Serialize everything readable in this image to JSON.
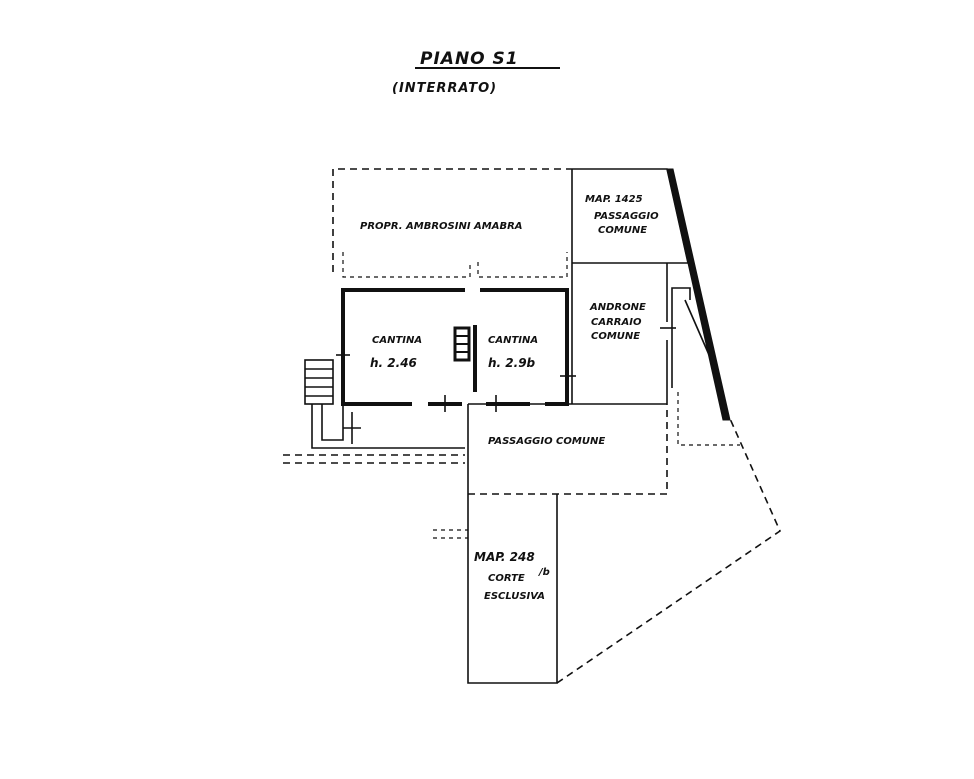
{
  "drawing": {
    "title": "PIANO S1",
    "subtitle": "(INTERRATO)"
  },
  "rooms": {
    "upper_left": {
      "label": "PROPR. AMBROSINI AMABRA"
    },
    "upper_right": {
      "line1": "MAP. 1425",
      "line2": "PASSAGGIO",
      "line3": "COMUNE"
    },
    "middle_right": {
      "line1": "ANDRONE",
      "line2": "CARRAIO",
      "line3": "COMUNE"
    },
    "cantina_1": {
      "name": "CANTINA",
      "height": "h. 2.46"
    },
    "cantina_2": {
      "name": "CANTINA",
      "height": "h. 2.9b"
    },
    "passage": {
      "label": "PASSAGGIO COMUNE"
    },
    "courtyard": {
      "line1": "MAP. 248",
      "suffix": "/b",
      "line2": "CORTE",
      "line3": "ESCLUSIVA"
    }
  }
}
